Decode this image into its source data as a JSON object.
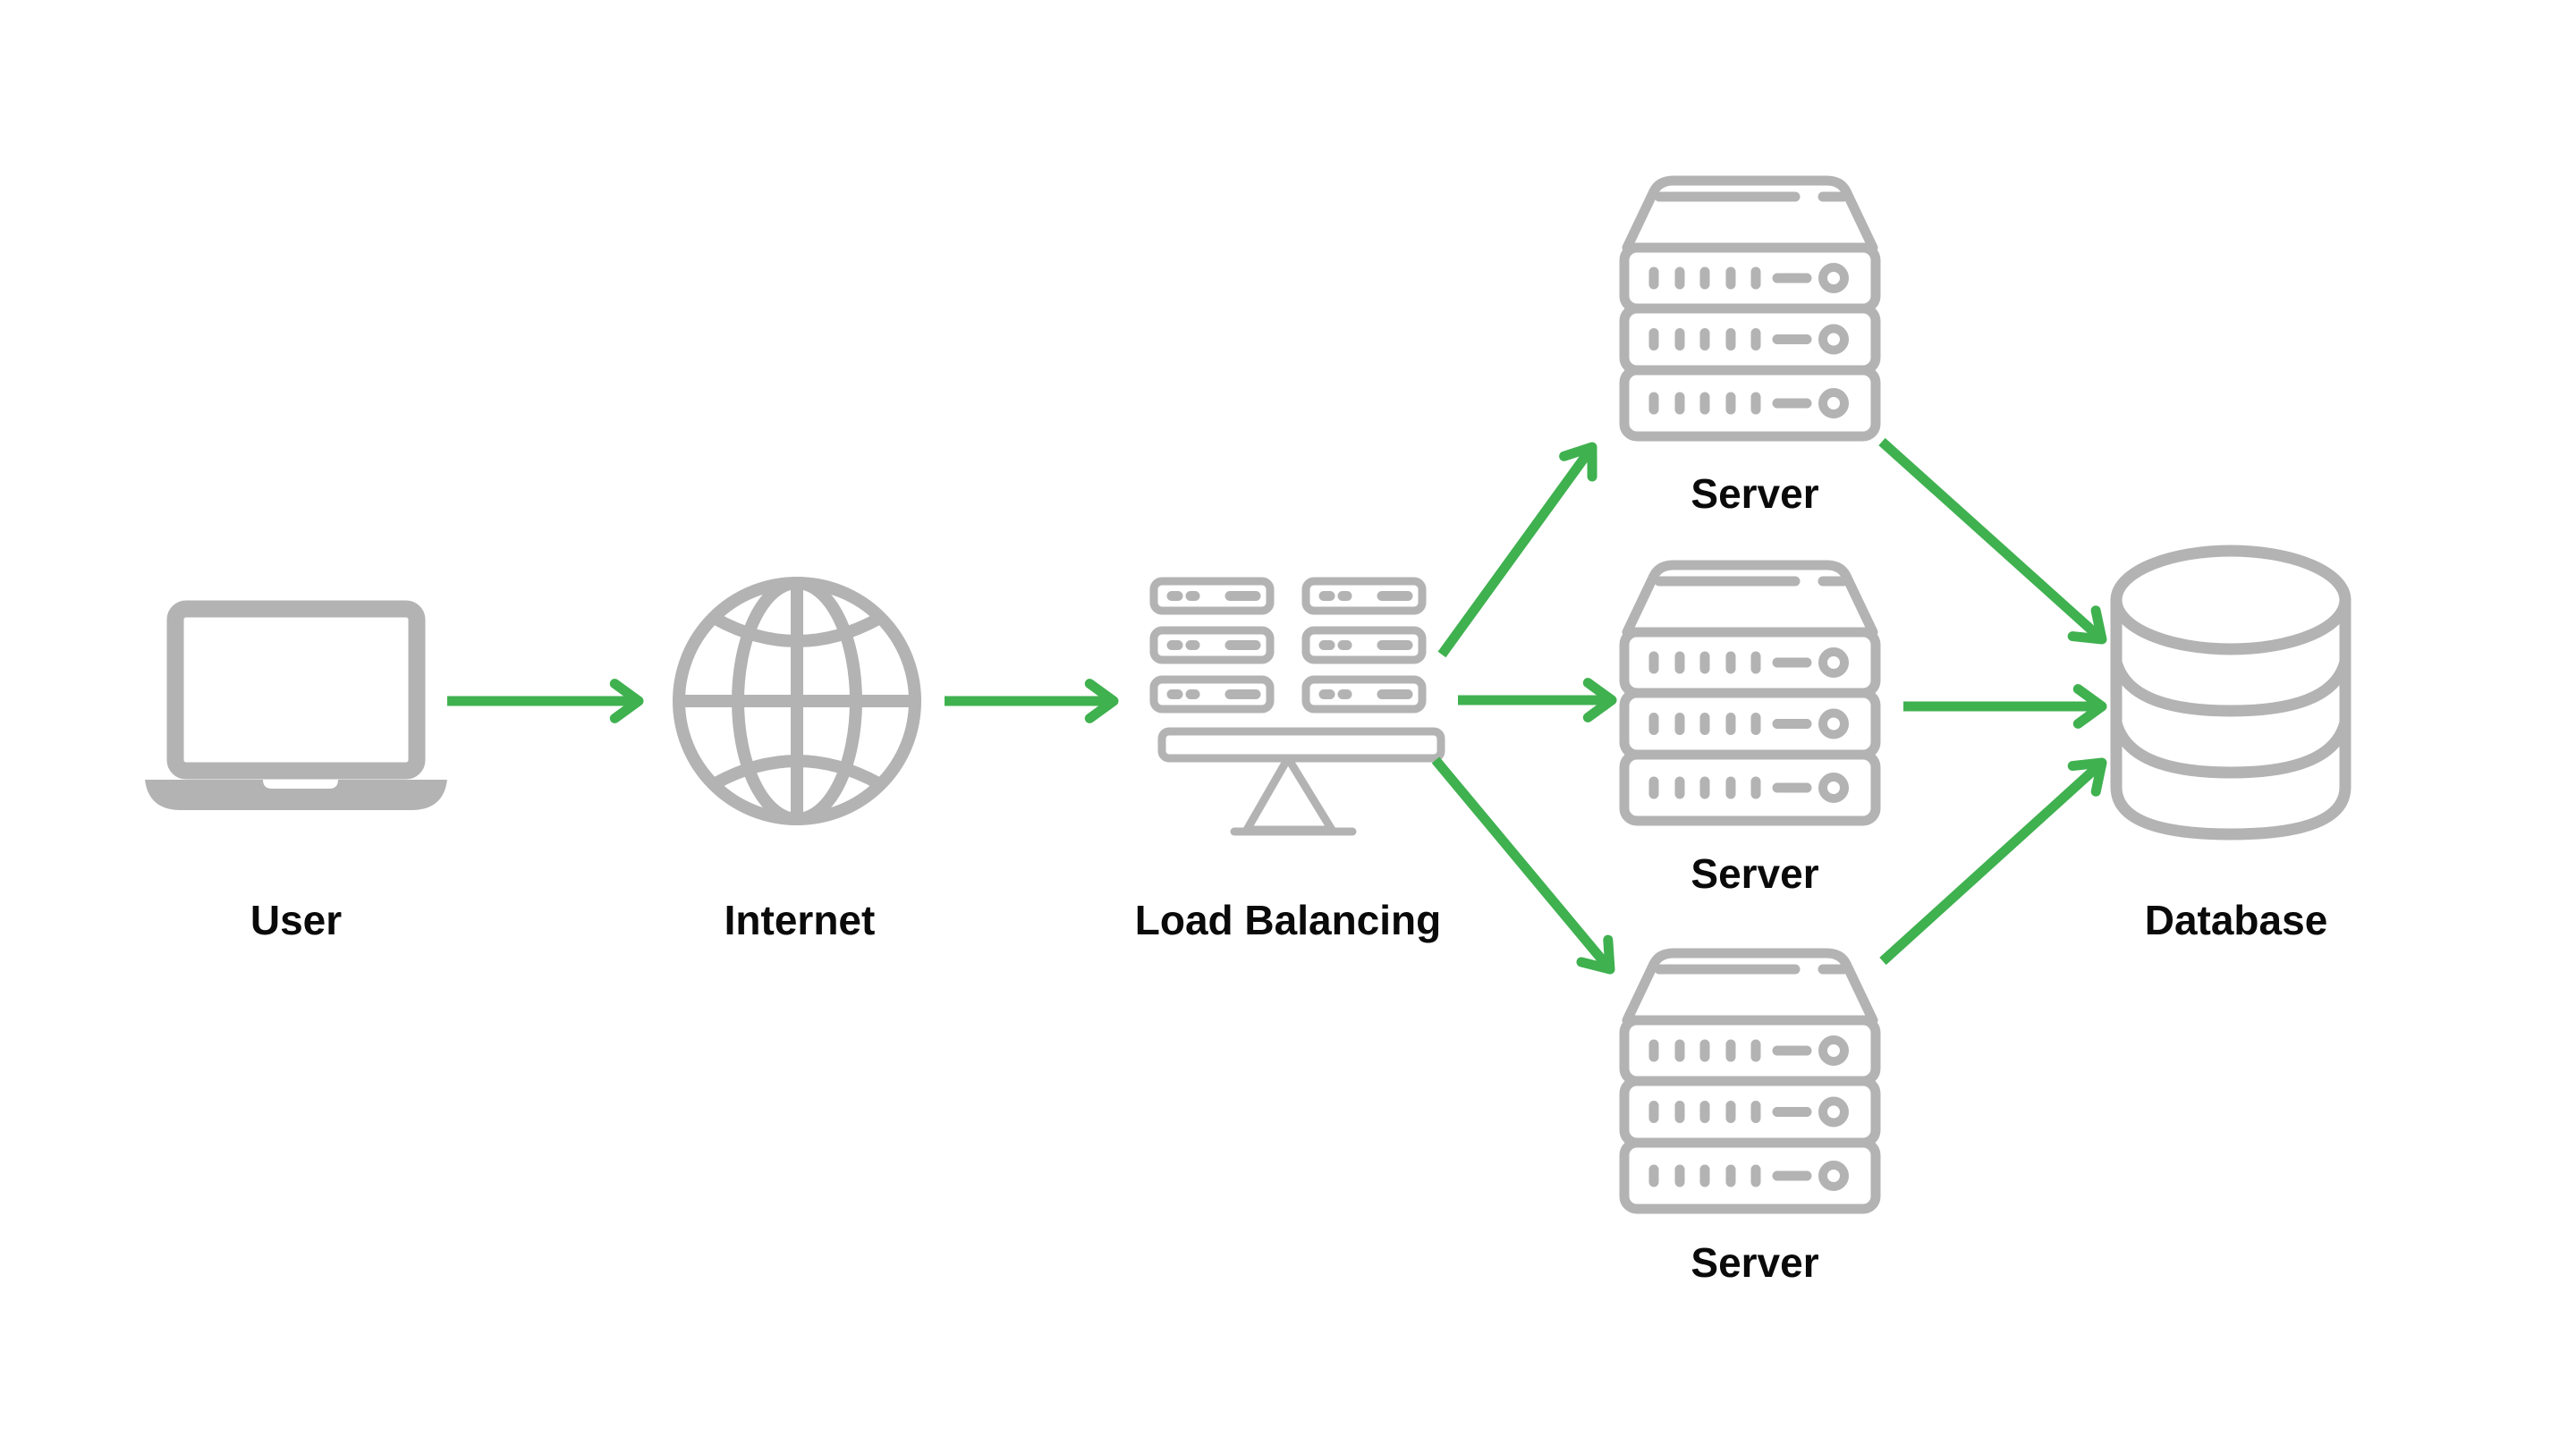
{
  "diagram": {
    "type": "architecture-flow",
    "colors": {
      "icon": "#b3b3b3",
      "arrow": "#3fb14f",
      "label": "#0a0a0a",
      "background": "#ffffff"
    },
    "nodes": [
      {
        "id": "user",
        "label": "User",
        "icon": "laptop-icon"
      },
      {
        "id": "internet",
        "label": "Internet",
        "icon": "globe-icon"
      },
      {
        "id": "load_balancer",
        "label": "Load Balancing",
        "icon": "load-balancer-icon"
      },
      {
        "id": "server_1",
        "label": "Server",
        "icon": "server-icon"
      },
      {
        "id": "server_2",
        "label": "Server",
        "icon": "server-icon"
      },
      {
        "id": "server_3",
        "label": "Server",
        "icon": "server-icon"
      },
      {
        "id": "database",
        "label": "Database",
        "icon": "database-icon"
      }
    ],
    "edges": [
      {
        "from": "user",
        "to": "internet"
      },
      {
        "from": "internet",
        "to": "load_balancer"
      },
      {
        "from": "load_balancer",
        "to": "server_1"
      },
      {
        "from": "load_balancer",
        "to": "server_2"
      },
      {
        "from": "load_balancer",
        "to": "server_3"
      },
      {
        "from": "server_1",
        "to": "database"
      },
      {
        "from": "server_2",
        "to": "database"
      },
      {
        "from": "server_3",
        "to": "database"
      }
    ]
  }
}
